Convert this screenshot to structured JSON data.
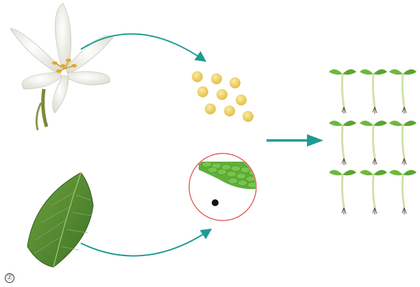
{
  "diagram": {
    "stages": [
      {
        "name": "lily-flower",
        "kind": "source"
      },
      {
        "name": "pollen-grains",
        "kind": "intermediate"
      },
      {
        "name": "leaf",
        "kind": "source"
      },
      {
        "name": "leaf-cells-magnified",
        "kind": "intermediate"
      },
      {
        "name": "seedlings",
        "kind": "result",
        "count": 9
      }
    ],
    "arrows": [
      {
        "from": "lily-flower",
        "to": "pollen-grains"
      },
      {
        "from": "leaf",
        "to": "leaf-cells-magnified"
      },
      {
        "from": "intermediates",
        "to": "seedlings"
      }
    ]
  },
  "watermark": {
    "text": "Z"
  },
  "colors": {
    "arrow": "#1f9a93",
    "pollen": "#f2d36a",
    "leaf": "#4f8a2e",
    "circle_border": "#d9443a",
    "seedling": "#6fb83c",
    "petal": "#f4f4ee"
  }
}
